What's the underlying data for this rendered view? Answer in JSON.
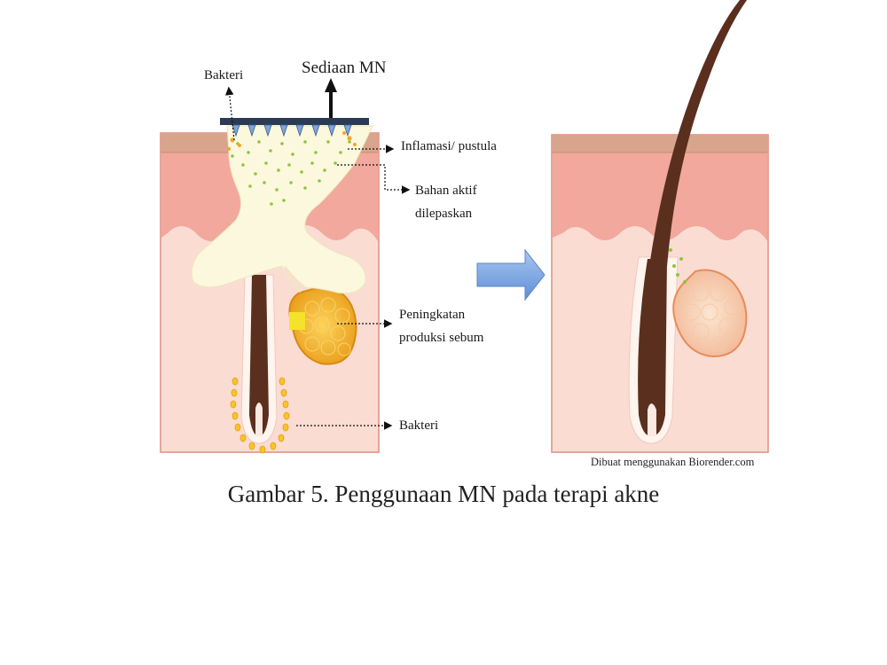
{
  "labels": {
    "bacteria_top": "Bakteri",
    "mn_preparation": "Sediaan MN",
    "inflammation": "Inflamasi/ pustula",
    "active_ingredient_line1": "Bahan aktif",
    "active_ingredient_line2": "dilepaskan",
    "sebum_line1": "Peningkatan",
    "sebum_line2": "produksi sebum",
    "bacteria_bottom": "Bakteri"
  },
  "credit": "Dibuat menggunakan Biorender.com",
  "caption": "Gambar 5. Penggunaan MN pada terapi akne",
  "colors": {
    "epidermis_top": "#d8a58c",
    "dermis_upper": "#f2a89c",
    "dermis_lower": "#fbdcd3",
    "pus": "#fbf8dd",
    "sebum": "#f5a623",
    "hair": "#5a2f1e",
    "arrow": "#7fa9e0",
    "patch": "#2b3a55"
  }
}
